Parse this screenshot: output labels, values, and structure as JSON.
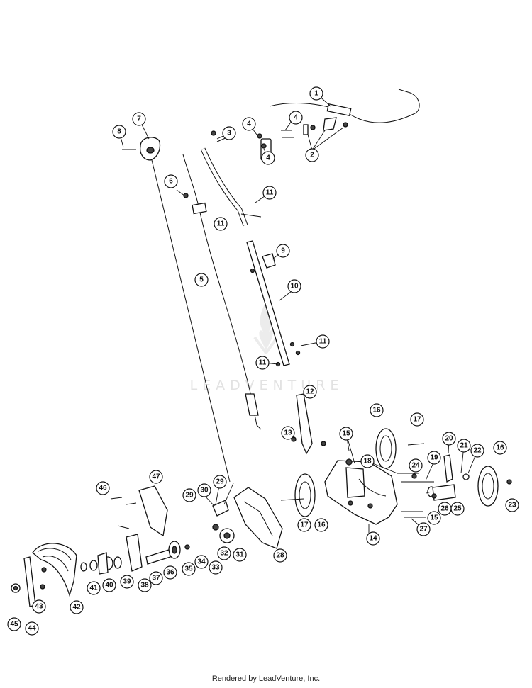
{
  "watermark": "LEADVENTURE",
  "footer": "Rendered by LeadVenture, Inc.",
  "callouts": [
    "1",
    "2",
    "3",
    "4",
    "5",
    "6",
    "7",
    "8",
    "9",
    "10",
    "11",
    "12",
    "13",
    "14",
    "15",
    "16",
    "17",
    "18",
    "19",
    "20",
    "21",
    "22",
    "23",
    "24",
    "25",
    "26",
    "27",
    "28",
    "29",
    "30",
    "31",
    "32",
    "33",
    "34",
    "35",
    "36",
    "37",
    "38",
    "39",
    "40",
    "41",
    "42",
    "43",
    "44",
    "45",
    "46",
    "47"
  ],
  "icons": {
    "watermark_logo": "flame-logo-icon"
  }
}
